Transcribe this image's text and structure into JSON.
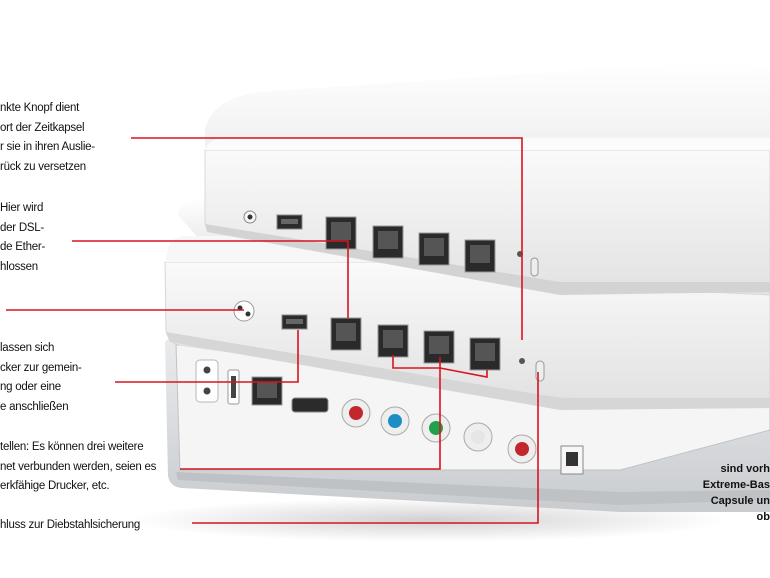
{
  "callouts": [
    {
      "id": "reset-button",
      "lines": [
        "nkte Knopf dient",
        "ort der Zeitkapsel",
        "r sie in ihren Auslie-",
        "rück zu versetzen"
      ]
    },
    {
      "id": "wan-port",
      "lines": [
        "Hier wird",
        "der DSL-",
        "de Ether-",
        "hlossen"
      ]
    },
    {
      "id": "usb-port",
      "lines": [
        "lassen sich",
        "cker zur gemein-",
        "ng oder eine",
        "e anschließen"
      ]
    },
    {
      "id": "ethernet-ports",
      "lines": [
        "tellen: Es können drei weitere",
        "net verbunden werden, seien es",
        "erkfähige Drucker, etc."
      ]
    },
    {
      "id": "security-slot",
      "lines": [
        "hluss zur Diebstahlsicherung"
      ]
    }
  ],
  "caption": {
    "lines": [
      "sind vorh",
      "Extreme-Bas",
      "Capsule un",
      "ob"
    ]
  },
  "colors": {
    "leader_line": "#d8141e",
    "device_body": "#f4f4f4",
    "device_panel": "#e6e6e6",
    "appletv_body": "#d9dcdf"
  }
}
